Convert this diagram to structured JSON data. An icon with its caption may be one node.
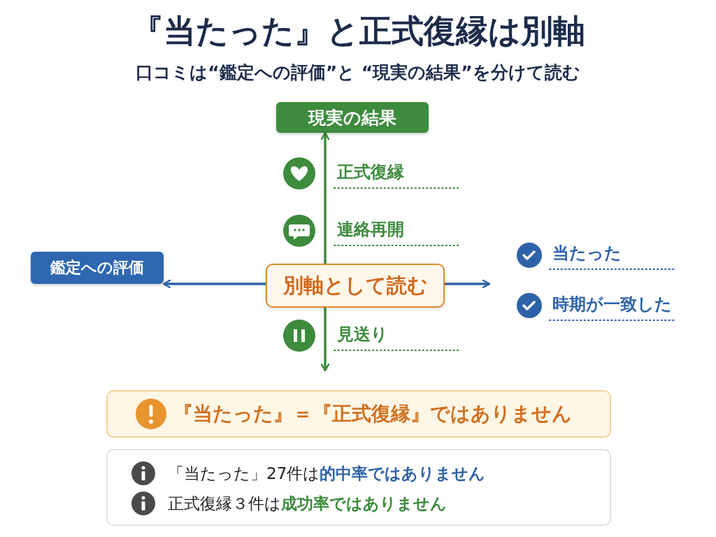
{
  "diagram": {
    "title": "『当たった』と正式復縁は別軸",
    "nodes": [
      {
        "text": [
          "現実の結果"
        ]
      },
      {
        "text": [
          "鑑定への評価"
        ]
      },
      {
        "text": [
          "別軸として読む"
        ]
      },
      {
        "text": [
          "『当たった』＝『正式復縁』ではありません"
        ]
      },
      {
        "text": [
          "「当たった」27件は**的中率ではありません**",
          "正式復縁３件は**成功率ではありません**"
        ]
      }
    ],
    "edges": [
      {
        "from": 2,
        "to": 0,
        "arrow": "to",
        "color": "#3d8b3d"
      },
      {
        "from": 2,
        "to": null,
        "arrow": "to",
        "color": "#3d8b3d"
      },
      {
        "from": 2,
        "to": 1,
        "arrow": "to",
        "color": "#2e62a8"
      },
      {
        "from": 2,
        "to": null,
        "arrow": "to",
        "color": "#2e62a8"
      }
    ],
    "labels": [
      "口コミは“鑑定への評価”と “現実の結果”を分けて読む",
      "正式復縁",
      "連絡再開",
      "見送り",
      "当たった",
      "時期が一致した"
    ]
  }
}
